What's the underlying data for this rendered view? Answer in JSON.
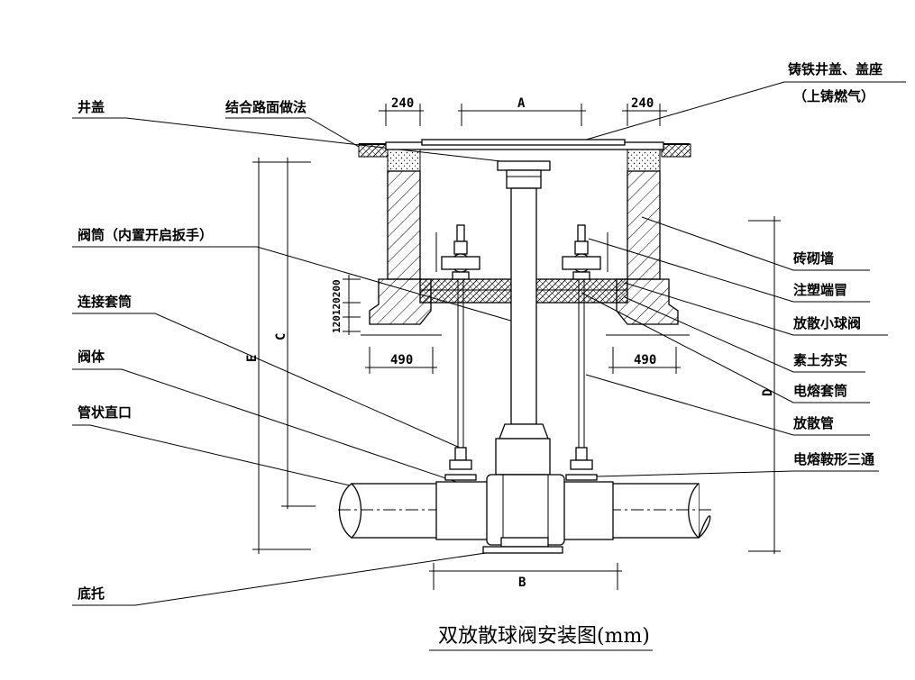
{
  "title": "双放散球阀安装图(mm)",
  "labels": {
    "well_cover": "井盖",
    "road_surface": "结合路面做法",
    "cast_iron_cover_line1": "铸铁井盖、盖座",
    "cast_iron_cover_line2": "（上铸燃气）",
    "valve_tube": "阀筒（内置开启扳手）",
    "connecting_sleeve": "连接套筒",
    "valve_body": "阀体",
    "tubular_straight_end": "管状直口",
    "base_support": "底托",
    "brick_wall": "砖砌墙",
    "injection_end_cap": "注塑端冒",
    "small_vent_ball_valve": "放散小球阀",
    "compacted_soil": "素土夯实",
    "electrofusion_sleeve": "电熔套筒",
    "vent_pipe": "放散管",
    "electrofusion_saddle_tee": "电熔鞍形三通"
  },
  "dimensions": {
    "left_240": "240",
    "right_240": "240",
    "A": "A",
    "B": "B",
    "C": "C",
    "D": "D",
    "E": "E",
    "left_490": "490",
    "right_490": "490",
    "vertical_stack": "120120200"
  }
}
